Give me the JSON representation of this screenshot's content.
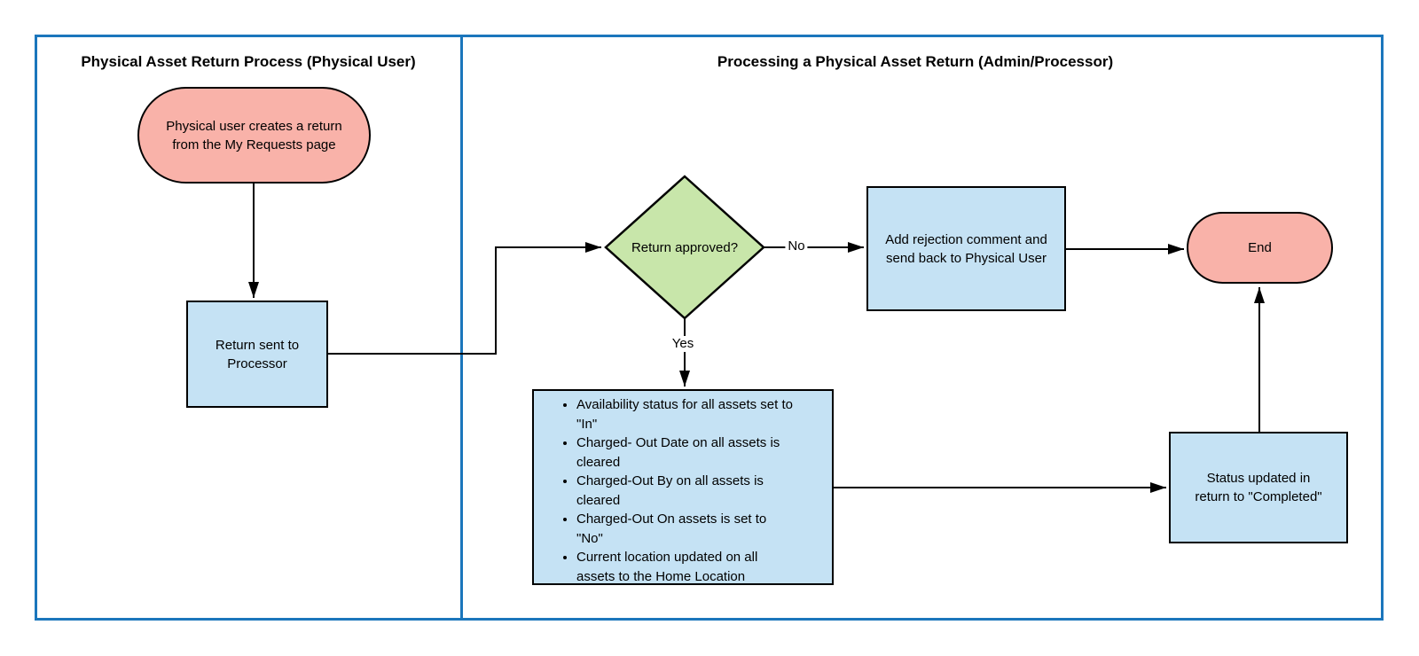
{
  "diagram": {
    "lanes": {
      "left_title": "Physical Asset Return Process (Physical User)",
      "right_title": "Processing a Physical Asset Return (Admin/Processor)"
    },
    "nodes": {
      "start": {
        "label": "Physical user creates a return\nfrom the My Requests page",
        "shape": "terminator"
      },
      "return_sent": {
        "label": "Return sent to\nProcessor",
        "shape": "process"
      },
      "decision": {
        "label": "Return approved?",
        "shape": "decision"
      },
      "rejection": {
        "label": "Add rejection comment and\nsend back to Physical User",
        "shape": "process"
      },
      "end": {
        "label": "End",
        "shape": "terminator"
      },
      "actions": {
        "shape": "process",
        "items": [
          "Availability status for all assets set to\n\"In\"",
          "Charged- Out Date on all assets is\ncleared",
          "Charged-Out By on all assets is\ncleared",
          "Charged-Out On assets  is set to\n\"No\"",
          "Current location updated on all\nassets to the Home Location"
        ]
      },
      "status_updated": {
        "label": "Status updated in\nreturn to \"Completed\"",
        "shape": "process"
      }
    },
    "edges": {
      "no_label": "No",
      "yes_label": "Yes"
    },
    "colors": {
      "lane_border": "#1b76bc",
      "terminator_fill": "#f9b2a9",
      "process_fill": "#c5e2f4",
      "decision_fill": "#c8e6aa",
      "stroke": "#000000"
    }
  }
}
